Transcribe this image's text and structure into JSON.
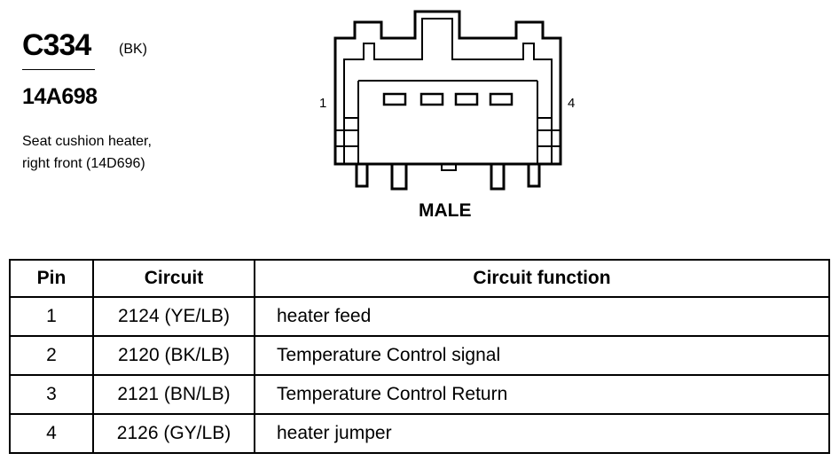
{
  "connector": {
    "id": "C334",
    "color": "(BK)",
    "part_number": "14A698",
    "description_line1": "Seat cushion heater,",
    "description_line2": "right front (14D696)",
    "pin_left_label": "1",
    "pin_right_label": "4",
    "gender": "MALE"
  },
  "table": {
    "headers": [
      "Pin",
      "Circuit",
      "Circuit function"
    ],
    "rows": [
      {
        "pin": "1",
        "circuit": "2124 (YE/LB)",
        "function": "heater feed"
      },
      {
        "pin": "2",
        "circuit": "2120 (BK/LB)",
        "function": "Temperature Control signal"
      },
      {
        "pin": "3",
        "circuit": "2121 (BN/LB)",
        "function": "Temperature Control Return"
      },
      {
        "pin": "4",
        "circuit": "2126 (GY/LB)",
        "function": "heater jumper"
      }
    ]
  }
}
